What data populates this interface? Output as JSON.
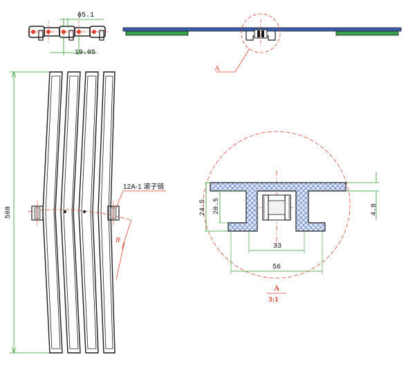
{
  "drawing": {
    "pitch_detail": {
      "hole_dim": "ϕ5.1",
      "pitch_dim": "19.05"
    },
    "overall": {
      "height_dim": "508",
      "chain_label": "12A-1 滚子链",
      "radius_label": "R"
    },
    "top_view": {
      "section_marker": "A"
    },
    "section_view": {
      "height_outer": "24.5",
      "height_inner": "20.5",
      "thickness": "4.8",
      "inner_width": "33",
      "outer_width": "56",
      "title": "A",
      "scale": "3:1"
    },
    "colors": {
      "outline": "#1a1a1a",
      "dimension": "#2a9a2a",
      "centerline": "#e0402a",
      "section_fill": "#3a5fb0",
      "plate_green": "#3aa04a"
    }
  }
}
